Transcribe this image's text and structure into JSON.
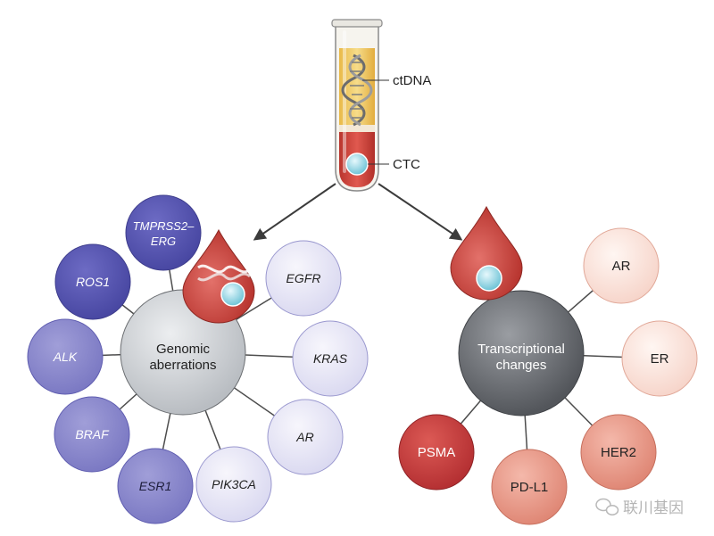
{
  "tube": {
    "ctdna_label": "ctDNA",
    "ctc_label": "CTC"
  },
  "left_hub": {
    "line1": "Genomic",
    "line2": "aberrations",
    "satellites": [
      {
        "label": "TMPRSS2–",
        "label2": "ERG"
      },
      {
        "label": "ROS1"
      },
      {
        "label": "ALK"
      },
      {
        "label": "BRAF"
      },
      {
        "label": "ESR1"
      },
      {
        "label": "PIK3CA"
      },
      {
        "label": "AR"
      },
      {
        "label": "KRAS"
      },
      {
        "label": "EGFR"
      }
    ]
  },
  "right_hub": {
    "line1": "Transcriptional",
    "line2": "changes",
    "satellites": [
      {
        "label": "AR"
      },
      {
        "label": "ER"
      },
      {
        "label": "HER2"
      },
      {
        "label": "PD-L1"
      },
      {
        "label": "PSMA"
      }
    ]
  },
  "watermark": {
    "text": "联川基因"
  },
  "colors": {
    "dark_purple": "#5553b0",
    "mid_purple": "#8a88cd",
    "light_purple": "#ebeaf7",
    "hub_gray": "#c9ccd0",
    "hub_dark": "#6a6d72",
    "drop_red": "#c6463e",
    "peach_light": "#fbe9e3",
    "salmon": "#e99a8a",
    "deep_red": "#c5373a"
  }
}
